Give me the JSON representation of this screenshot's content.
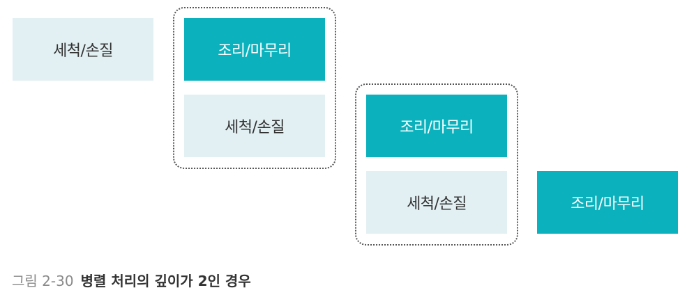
{
  "diagram": {
    "step1": {
      "wash": "세척/손질"
    },
    "group1": {
      "cook": "조리/마무리",
      "wash": "세척/손질"
    },
    "group2": {
      "cook": "조리/마무리",
      "wash": "세척/손질"
    },
    "step_last": {
      "cook": "조리/마무리"
    },
    "colors": {
      "wash_bg": "#e3f0f3",
      "cook_bg": "#0bb2bd",
      "text_dark": "#333333",
      "text_light": "#ffffff"
    }
  },
  "caption": {
    "number": "그림 2-30",
    "title": "병렬 처리의 깊이가 2인 경우"
  }
}
